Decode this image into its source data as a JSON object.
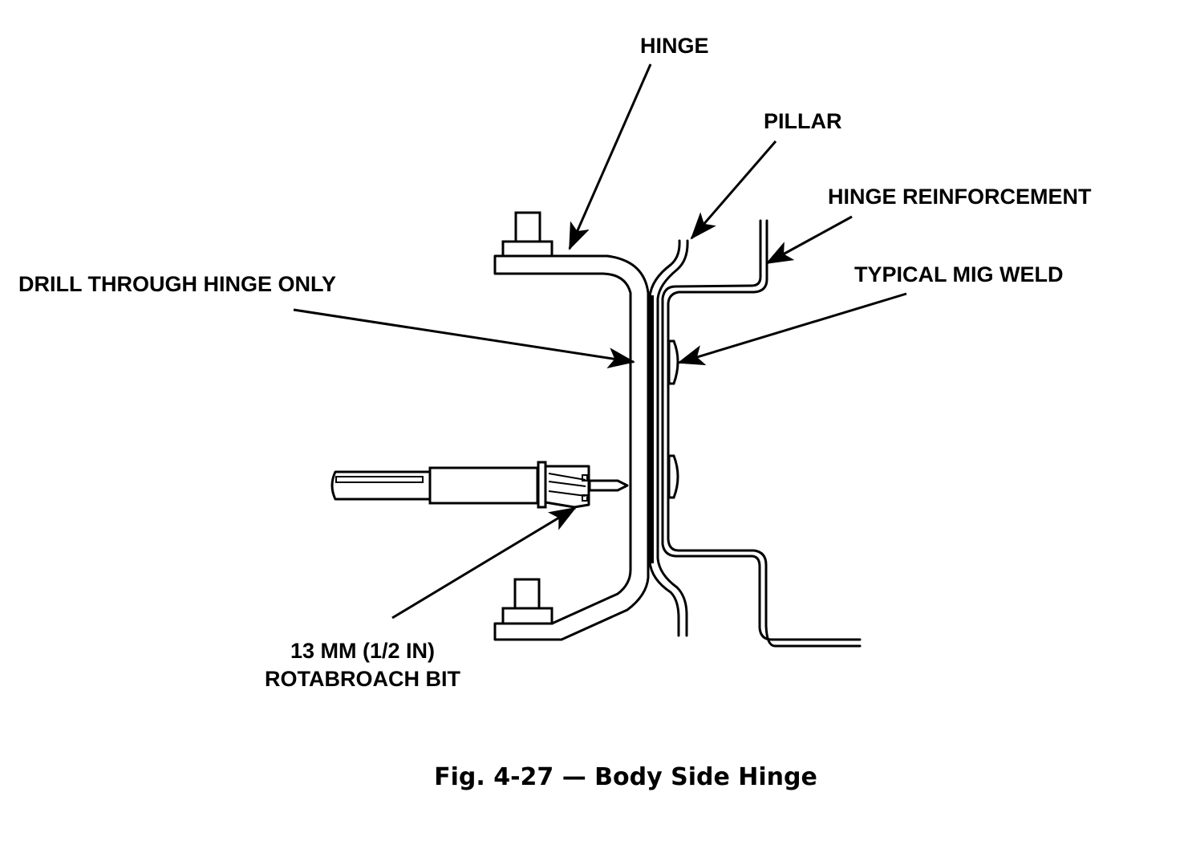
{
  "figure": {
    "caption": "Fig. 4-27 — Body Side Hinge"
  },
  "labels": {
    "hinge": "HINGE",
    "pillar": "PILLAR",
    "hinge_reinforcement": "HINGE REINFORCEMENT",
    "typical_mig_weld": "TYPICAL MIG WELD",
    "drill_through": "DRILL THROUGH HINGE ONLY",
    "bit_line1": "13 MM (1/2 IN)",
    "bit_line2": "ROTABROACH BIT"
  }
}
